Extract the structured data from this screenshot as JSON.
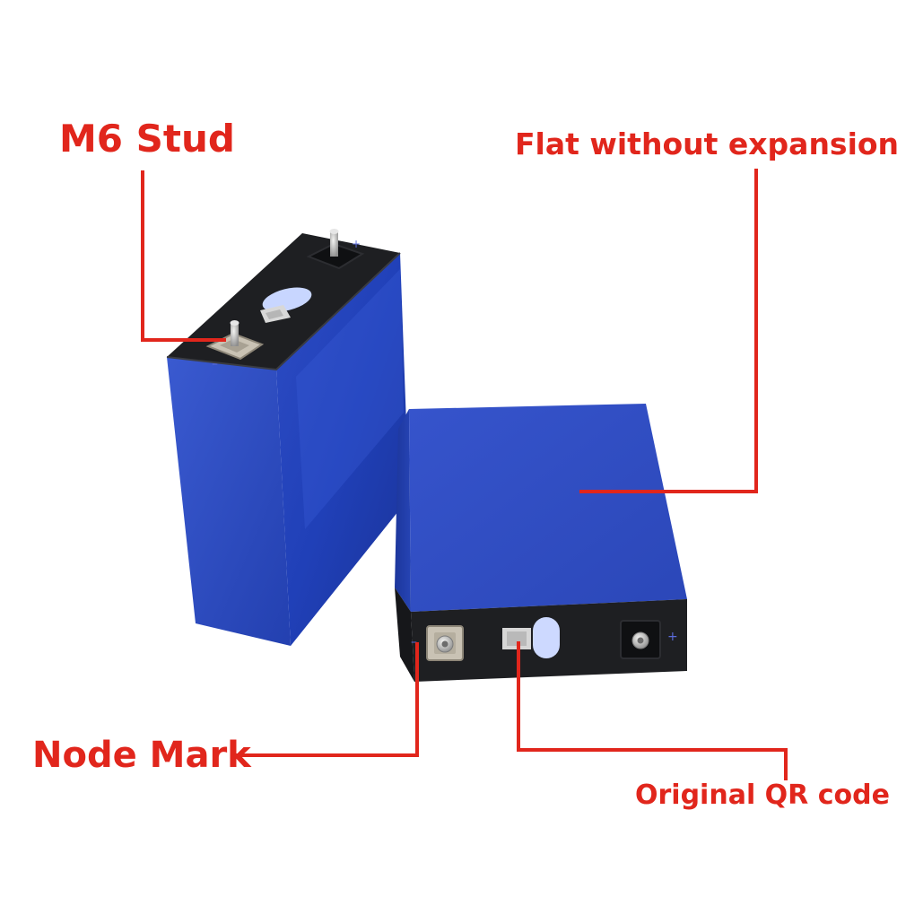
{
  "labels": {
    "stud": "M6 Stud",
    "flat": "Flat without expansion",
    "node": "Node Mark",
    "qr": "Original QR code"
  },
  "terminal_marks": {
    "negative": "–",
    "positive": "+"
  },
  "colors": {
    "callout": "#e1261c",
    "cell_blue": "#2a48b8",
    "cell_top": "#1e1f22",
    "terminal": "#c9c2b4"
  }
}
